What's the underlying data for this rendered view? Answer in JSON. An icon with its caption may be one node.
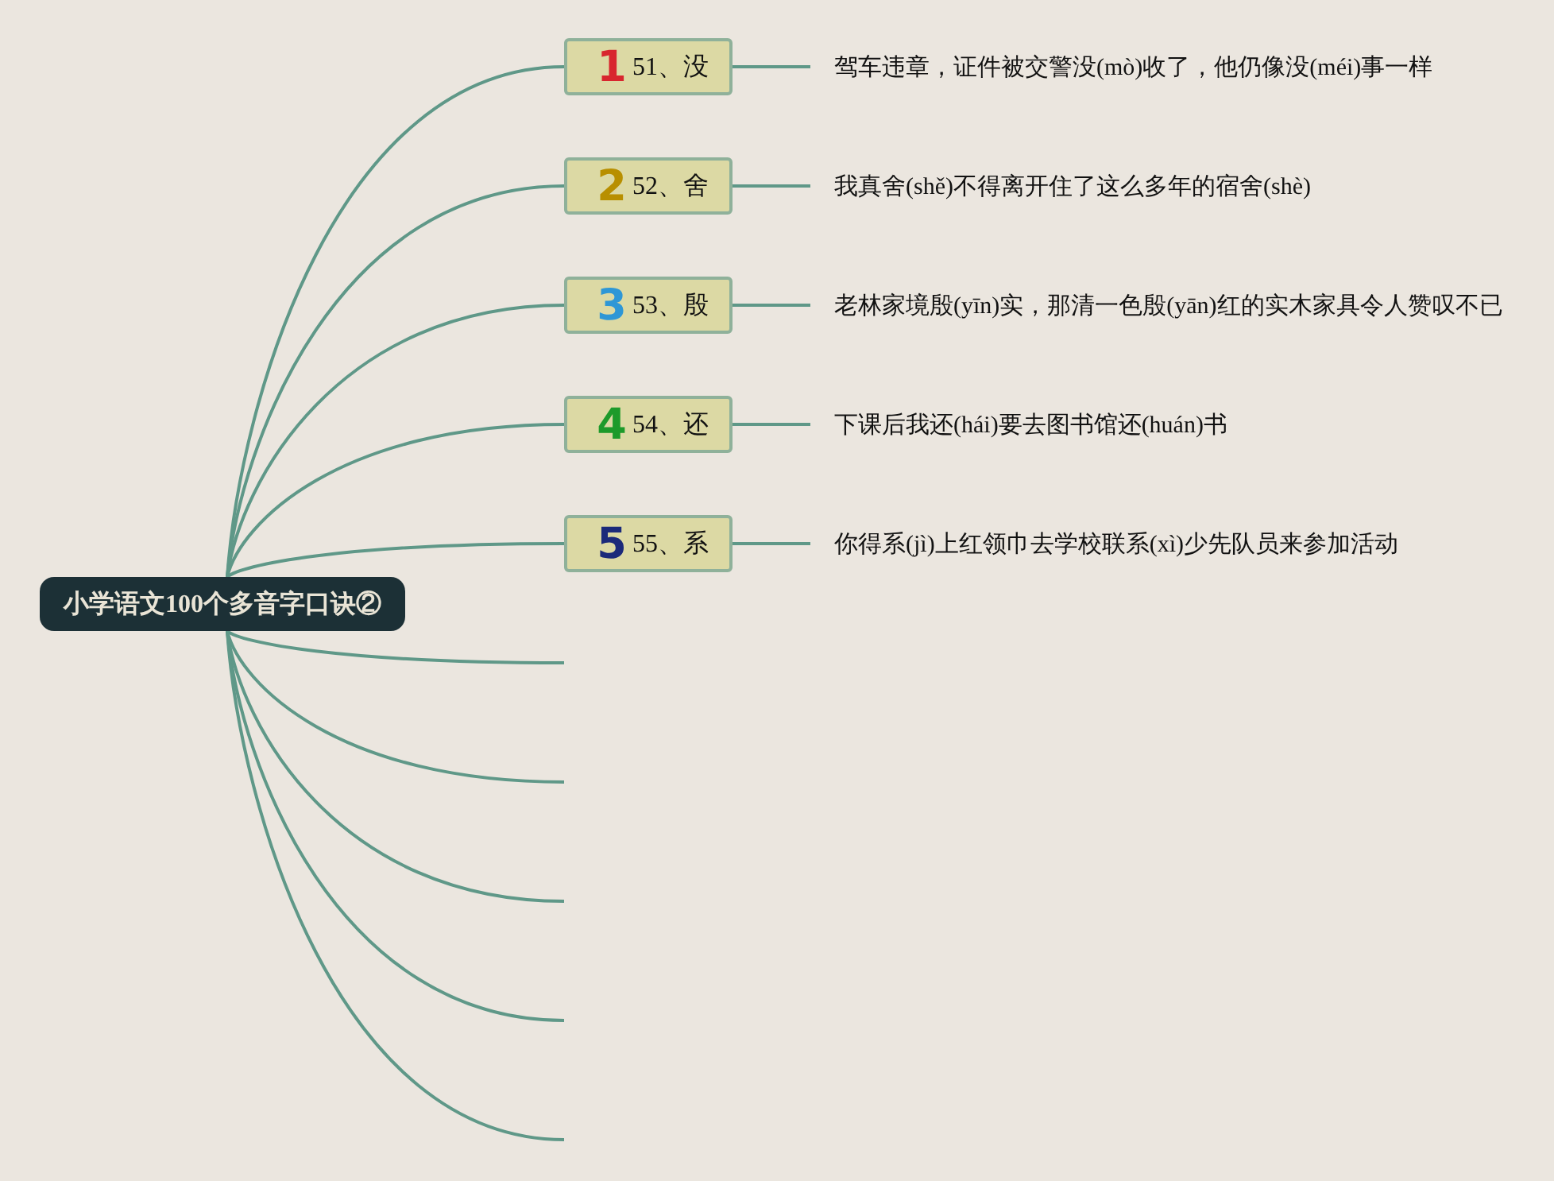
{
  "diagram": {
    "nodes": [
      {
        "text": [
          "小学语文100个多音字口诀②"
        ]
      },
      {
        "text": [
          "1",
          "51、没"
        ]
      },
      {
        "text": [
          "2",
          "52、舍"
        ]
      },
      {
        "text": [
          "3",
          "53、殷"
        ]
      },
      {
        "text": [
          "4",
          "54、还"
        ]
      },
      {
        "text": [
          "5",
          "55、系"
        ]
      },
      {
        "text": [
          "驾车违章，证件被交警没(mò)收了，他仍像没(méi)事一样"
        ]
      },
      {
        "text": [
          "我真舍(shě)不得离开住了这么多年的宿舍(shè)"
        ]
      },
      {
        "text": [
          "老林家境殷(yīn)实，那清一色殷(yān)红的实木家具令人赞叹不已"
        ]
      },
      {
        "text": [
          "下课后我还(hái)要去图书馆还(huán)书"
        ]
      },
      {
        "text": [
          "你得系(jì)上红领巾去学校联系(xì)少先队员来参加活动"
        ]
      }
    ],
    "edges": [
      {
        "from": 0,
        "to": 1,
        "arrow": "none"
      },
      {
        "from": 0,
        "to": 2,
        "arrow": "none"
      },
      {
        "from": 0,
        "to": 3,
        "arrow": "none"
      },
      {
        "from": 0,
        "to": 4,
        "arrow": "none"
      },
      {
        "from": 0,
        "to": 5,
        "arrow": "none"
      },
      {
        "from": 0,
        "to": null,
        "arrow": "none"
      },
      {
        "from": 0,
        "to": null,
        "arrow": "none"
      },
      {
        "from": 0,
        "to": null,
        "arrow": "none"
      },
      {
        "from": 0,
        "to": null,
        "arrow": "none"
      },
      {
        "from": 0,
        "to": null,
        "arrow": "none"
      },
      {
        "from": 1,
        "to": 6,
        "arrow": "none"
      },
      {
        "from": 2,
        "to": 7,
        "arrow": "none"
      },
      {
        "from": 3,
        "to": 8,
        "arrow": "none"
      },
      {
        "from": 4,
        "to": 9,
        "arrow": "none"
      },
      {
        "from": 5,
        "to": 10,
        "arrow": "none"
      }
    ]
  }
}
